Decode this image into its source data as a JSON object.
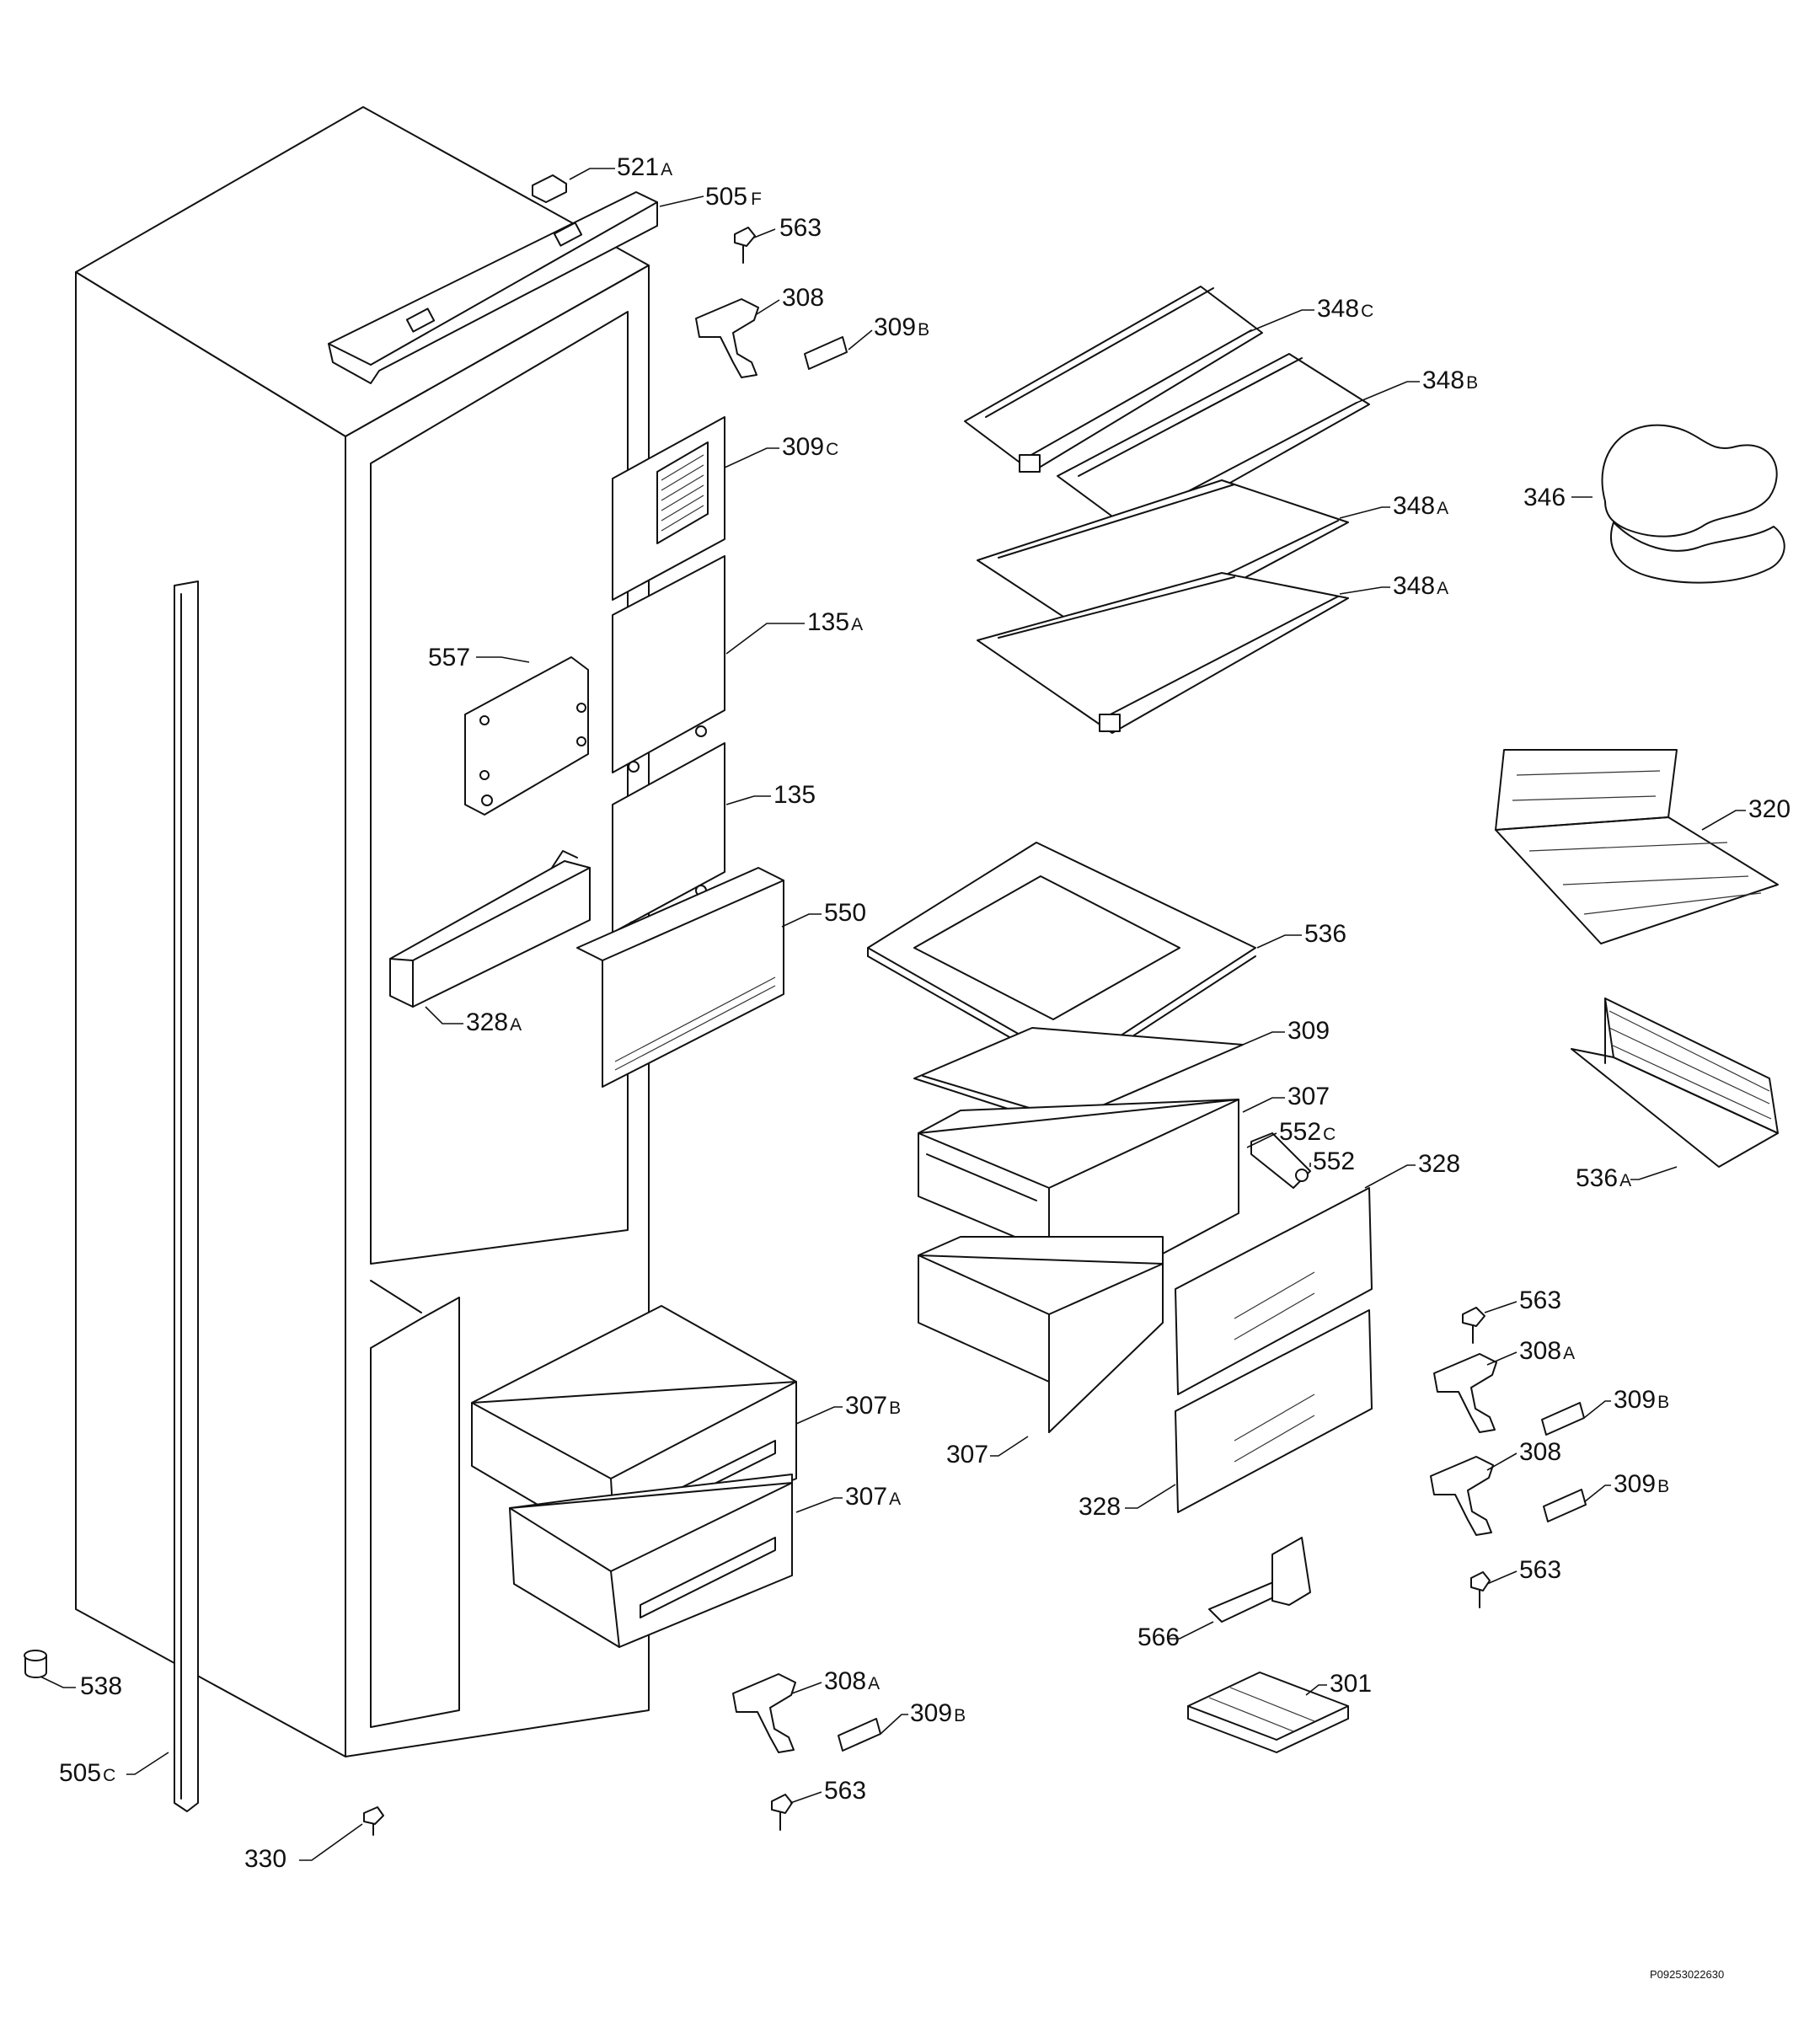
{
  "drawing_ref": "P09253022630",
  "labels": [
    {
      "id": "521a",
      "num": "521",
      "suffix": "A"
    },
    {
      "id": "505f",
      "num": "505",
      "suffix": "F"
    },
    {
      "id": "563-top",
      "num": "563",
      "suffix": ""
    },
    {
      "id": "308-top",
      "num": "308",
      "suffix": ""
    },
    {
      "id": "309b-top",
      "num": "309",
      "suffix": "B"
    },
    {
      "id": "348c",
      "num": "348",
      "suffix": "C"
    },
    {
      "id": "348b",
      "num": "348",
      "suffix": "B"
    },
    {
      "id": "348a-1",
      "num": "348",
      "suffix": "A"
    },
    {
      "id": "348a-2",
      "num": "348",
      "suffix": "A"
    },
    {
      "id": "346",
      "num": "346",
      "suffix": ""
    },
    {
      "id": "309c",
      "num": "309",
      "suffix": "C"
    },
    {
      "id": "135a",
      "num": "135",
      "suffix": "A"
    },
    {
      "id": "557",
      "num": "557",
      "suffix": ""
    },
    {
      "id": "135",
      "num": "135",
      "suffix": ""
    },
    {
      "id": "550",
      "num": "550",
      "suffix": ""
    },
    {
      "id": "328a",
      "num": "328",
      "suffix": "A"
    },
    {
      "id": "320",
      "num": "320",
      "suffix": ""
    },
    {
      "id": "536",
      "num": "536",
      "suffix": ""
    },
    {
      "id": "309",
      "num": "309",
      "suffix": ""
    },
    {
      "id": "307-top",
      "num": "307",
      "suffix": ""
    },
    {
      "id": "552c",
      "num": "552",
      "suffix": "C"
    },
    {
      "id": "552",
      "num": "552",
      "suffix": ""
    },
    {
      "id": "328-top",
      "num": "328",
      "suffix": ""
    },
    {
      "id": "536a",
      "num": "536",
      "suffix": "A"
    },
    {
      "id": "563-right",
      "num": "563",
      "suffix": ""
    },
    {
      "id": "308a-right",
      "num": "308",
      "suffix": "A"
    },
    {
      "id": "309b-right1",
      "num": "309",
      "suffix": "B"
    },
    {
      "id": "308-right",
      "num": "308",
      "suffix": ""
    },
    {
      "id": "309b-right2",
      "num": "309",
      "suffix": "B"
    },
    {
      "id": "307b",
      "num": "307",
      "suffix": "B"
    },
    {
      "id": "307a",
      "num": "307",
      "suffix": "A"
    },
    {
      "id": "307-bottom",
      "num": "307",
      "suffix": ""
    },
    {
      "id": "328-bottom",
      "num": "328",
      "suffix": ""
    },
    {
      "id": "563-right-bottom",
      "num": "563",
      "suffix": ""
    },
    {
      "id": "566",
      "num": "566",
      "suffix": ""
    },
    {
      "id": "301",
      "num": "301",
      "suffix": ""
    },
    {
      "id": "538",
      "num": "538",
      "suffix": ""
    },
    {
      "id": "505c",
      "num": "505",
      "suffix": "C"
    },
    {
      "id": "308a-bottom",
      "num": "308",
      "suffix": "A"
    },
    {
      "id": "309b-bottom",
      "num": "309",
      "suffix": "B"
    },
    {
      "id": "563-bottom",
      "num": "563",
      "suffix": ""
    },
    {
      "id": "330",
      "num": "330",
      "suffix": ""
    }
  ]
}
